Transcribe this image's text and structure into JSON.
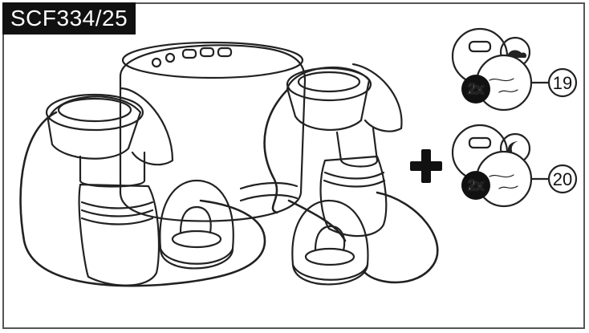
{
  "header": {
    "model": "SCF334/25"
  },
  "accessories": [
    {
      "name": "day-breast-pads",
      "icon": "sun-cloud-icon",
      "quantity": "2x",
      "ref": "19"
    },
    {
      "name": "night-breast-pads",
      "icon": "moon-stars-icon",
      "quantity": "2x",
      "ref": "20"
    }
  ],
  "colors": {
    "line": "#222222",
    "badge": "#111111",
    "background": "#ffffff"
  }
}
